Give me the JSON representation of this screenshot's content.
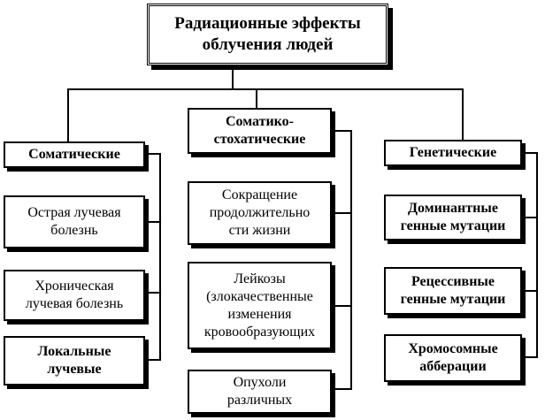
{
  "root": {
    "label": "Радиационные эффекты\nоблучения людей"
  },
  "columns": [
    {
      "heading": "Соматические",
      "items": [
        "Острая лучевая\nболезнь",
        "Хроническая\nлучевая болезнь",
        "Локальные\nлучевые"
      ]
    },
    {
      "heading": "Соматико-\nстохатические",
      "items": [
        "Сокращение\nпродолжительно\nсти жизни",
        "Лейкозы\n(злокачественные\nизменения\nкровообразующих",
        "Опухоли\nразличных"
      ]
    },
    {
      "heading": "Генетические",
      "items": [
        "Доминантные\nгенные мутации",
        "Рецессивные\nгенные мутации",
        "Хромосомные\nабберации"
      ]
    }
  ]
}
